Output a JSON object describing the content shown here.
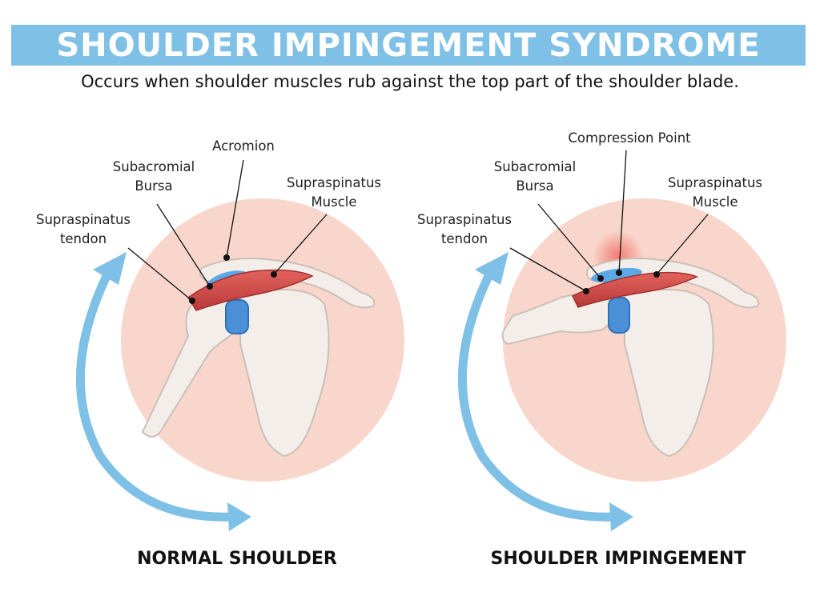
{
  "header": {
    "title": "SHOULDER IMPINGEMENT SYNDROME",
    "subtitle": "Occurs when shoulder muscles rub against the top part of the shoulder blade."
  },
  "colors": {
    "banner": "#7ec0e6",
    "circle": "#f9d6cb",
    "arrow": "#7ec0e6",
    "bone": "#f3eeea",
    "bursa": "#5aa9e6",
    "muscle": "#d9534f",
    "inflammation": "#f06b63"
  },
  "panels": {
    "normal": {
      "caption": "NORMAL SHOULDER",
      "labels": {
        "acromion": "Acromion",
        "subacromial_bursa_line1": "Subacromial",
        "subacromial_bursa_line2": "Bursa",
        "supraspinatus_muscle_line1": "Supraspinatus",
        "supraspinatus_muscle_line2": "Muscle",
        "supraspinatus_tendon_line1": "Supraspinatus",
        "supraspinatus_tendon_line2": "tendon"
      }
    },
    "impingement": {
      "caption": "SHOULDER IMPINGEMENT",
      "labels": {
        "compression_point": "Compression Point",
        "subacromial_bursa_line1": "Subacromial",
        "subacromial_bursa_line2": "Bursa",
        "supraspinatus_muscle_line1": "Supraspinatus",
        "supraspinatus_muscle_line2": "Muscle",
        "supraspinatus_tendon_line1": "Supraspinatus",
        "supraspinatus_tendon_line2": "tendon"
      }
    }
  }
}
